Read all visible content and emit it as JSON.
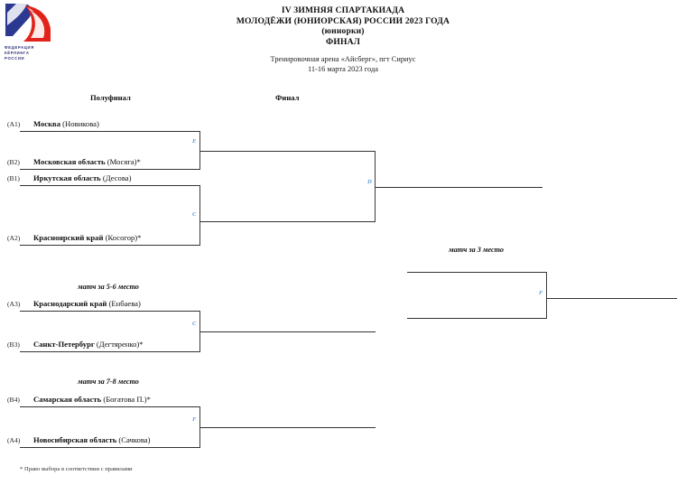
{
  "logo": {
    "name": "russian-curling-federation-logo",
    "lines": [
      "ФЕДЕРАЦИЯ",
      "КЁРЛИНГА",
      "РОССИИ"
    ],
    "colors": {
      "blue": "#2b3990",
      "red": "#e2231a",
      "text": "#2b2f77"
    }
  },
  "header": {
    "title_lines": [
      "IV ЗИМНЯЯ СПАРТАКИАДА",
      "МОЛОДЁЖИ (ЮНИОРСКАЯ) РОССИИ 2023 ГОДА",
      "(юниорки)",
      "ФИНАЛ"
    ],
    "venue": "Тренировочная арена «Айсберг», пгт Сириус",
    "dates": "11-16 марта 2023 года"
  },
  "rounds": {
    "semifinal_label": "Полуфинал",
    "final_label": "Финал"
  },
  "captions": {
    "match_5_6": "матч за 5-6 место",
    "match_7_8": "матч за 7-8 место",
    "match_3": "матч за 3 место"
  },
  "bracket": {
    "semifinals": [
      {
        "letter": "E",
        "teams": [
          {
            "seed": "(A1)",
            "name": "Москва",
            "skip": "(Новикова)",
            "choice_mark": ""
          },
          {
            "seed": "(B2)",
            "name": "Московская область",
            "skip": "(Мосягa)",
            "choice_mark": "*"
          }
        ]
      },
      {
        "letter": "C",
        "teams": [
          {
            "seed": "(B1)",
            "name": "Иркутская область",
            "skip": "(Десова)",
            "choice_mark": ""
          },
          {
            "seed": "(A2)",
            "name": "Красноярский край",
            "skip": "(Косогор)",
            "choice_mark": "*"
          }
        ]
      }
    ],
    "final": {
      "letter": "D"
    },
    "third_place": {
      "letter": "F"
    },
    "match_5_6": {
      "letter": "C",
      "teams": [
        {
          "seed": "(A3)",
          "name": "Краснодарский край",
          "skip": "(Енбаева)",
          "choice_mark": ""
        },
        {
          "seed": "(B3)",
          "name": "Санкт-Петербург",
          "skip": "(Дегтяренко)",
          "choice_mark": "*"
        }
      ]
    },
    "match_7_8": {
      "letter": "F",
      "teams": [
        {
          "seed": "(B4)",
          "name": "Самарская область",
          "skip": "(Богатова П.)",
          "choice_mark": "*"
        },
        {
          "seed": "(A4)",
          "name": "Новосибирская область",
          "skip": "(Сачкова)",
          "choice_mark": ""
        }
      ]
    }
  },
  "footnote": "* Право выбора в соответствии с правилами"
}
